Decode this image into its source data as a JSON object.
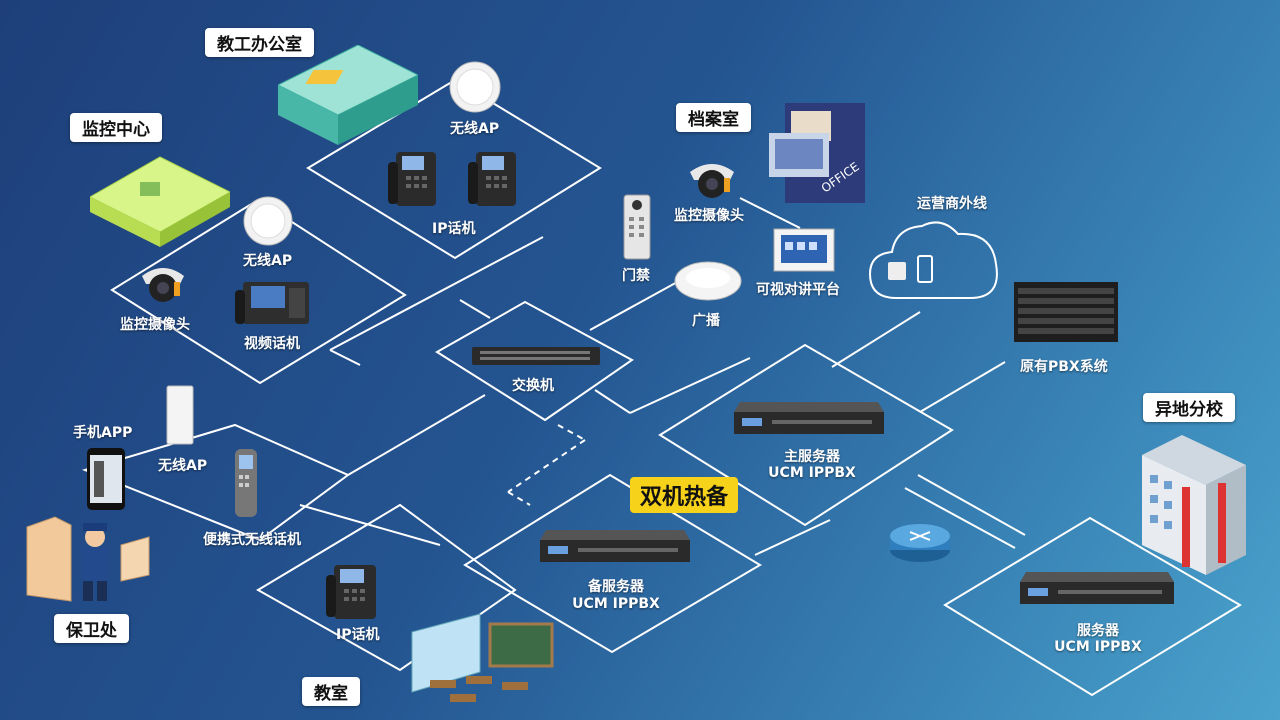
{
  "tags": {
    "staff_office": "教工办公室",
    "monitor_center": "监控中心",
    "archive": "档案室",
    "branch_campus": "异地分校",
    "guard_office": "保卫处",
    "classroom": "教室"
  },
  "labels": {
    "ap_staff": "无线AP",
    "ip_phone_staff": "IP话机",
    "ap_monitor": "无线AP",
    "camera_monitor": "监控摄像头",
    "video_phone": "视频话机",
    "switch": "交换机",
    "camera_archive": "监控摄像头",
    "door_access": "门禁",
    "broadcast": "广播",
    "video_intercom": "可视对讲平台",
    "carrier_line": "运营商外线",
    "legacy_pbx": "原有PBX系统",
    "main_server_name": "主服务器",
    "main_server_model": "UCM IPPBX",
    "backup_server_name": "备服务器",
    "backup_server_model": "UCM IPPBX",
    "hot_standby": "双机热备",
    "branch_server_name": "服务器",
    "branch_server_model": "UCM IPPBX",
    "mobile_app": "手机APP",
    "ap_guard": "无线AP",
    "dect_phone": "便携式无线话机",
    "ip_phone_class": "IP话机"
  },
  "colors": {
    "background_start": "#1e3f7a",
    "background_end": "#4aa3cc",
    "line": "#ffffff",
    "highlight": "#f7d21a"
  }
}
